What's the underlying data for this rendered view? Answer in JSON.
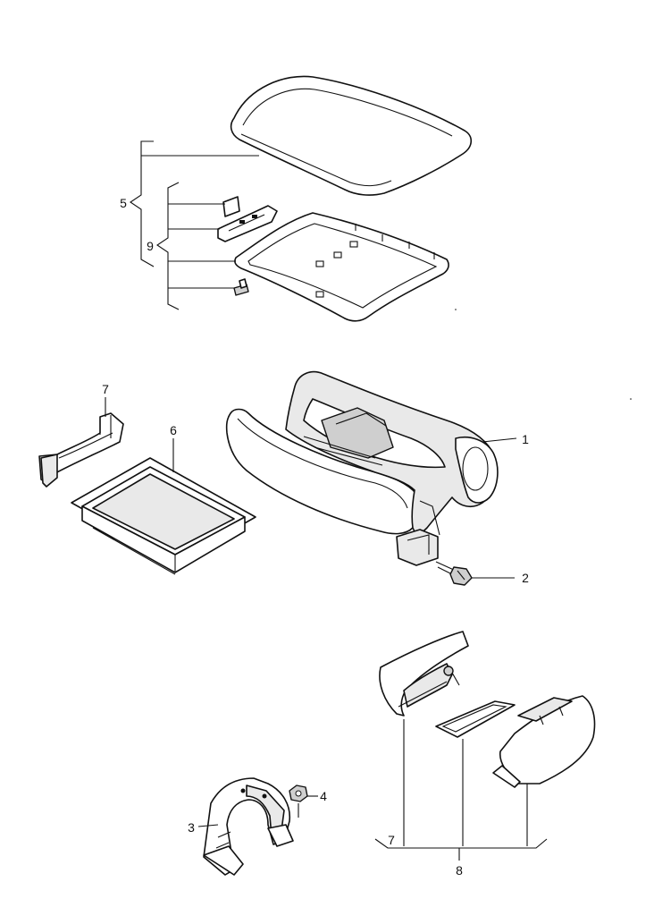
{
  "callouts": {
    "c1": "1",
    "c2": "2",
    "c3": "3",
    "c4": "4",
    "c5": "5",
    "c6": "6",
    "c7a": "7",
    "c7b": "7",
    "c8": "8",
    "c9": "9"
  }
}
